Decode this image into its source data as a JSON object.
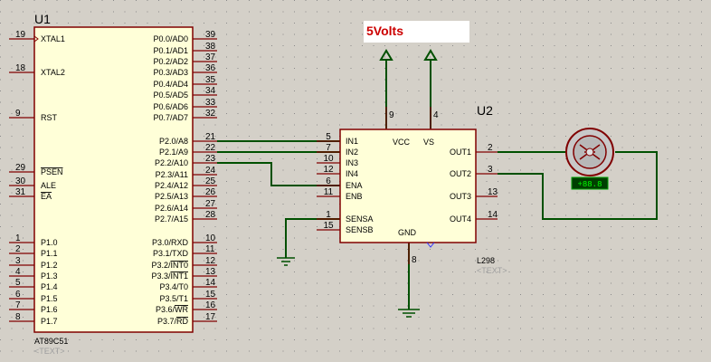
{
  "u1": {
    "ref": "U1",
    "part": "AT89C51",
    "placeholder": "<TEXT>",
    "left_pins": [
      {
        "num": "19",
        "name": "XTAL1"
      },
      {
        "num": "18",
        "name": "XTAL2"
      },
      {
        "num": "9",
        "name": "RST"
      },
      {
        "num": "29",
        "name": "PSEN"
      },
      {
        "num": "30",
        "name": "ALE"
      },
      {
        "num": "31",
        "name": "EA"
      },
      {
        "num": "1",
        "name": "P1.0"
      },
      {
        "num": "2",
        "name": "P1.1"
      },
      {
        "num": "3",
        "name": "P1.2"
      },
      {
        "num": "4",
        "name": "P1.3"
      },
      {
        "num": "5",
        "name": "P1.4"
      },
      {
        "num": "6",
        "name": "P1.5"
      },
      {
        "num": "7",
        "name": "P1.6"
      },
      {
        "num": "8",
        "name": "P1.7"
      }
    ],
    "right_pins": [
      {
        "num": "39",
        "name": "P0.0/AD0"
      },
      {
        "num": "38",
        "name": "P0.1/AD1"
      },
      {
        "num": "37",
        "name": "P0.2/AD2"
      },
      {
        "num": "36",
        "name": "P0.3/AD3"
      },
      {
        "num": "35",
        "name": "P0.4/AD4"
      },
      {
        "num": "34",
        "name": "P0.5/AD5"
      },
      {
        "num": "33",
        "name": "P0.6/AD6"
      },
      {
        "num": "32",
        "name": "P0.7/AD7"
      },
      {
        "num": "21",
        "name": "P2.0/A8"
      },
      {
        "num": "22",
        "name": "P2.1/A9"
      },
      {
        "num": "23",
        "name": "P2.2/A10"
      },
      {
        "num": "24",
        "name": "P2.3/A11"
      },
      {
        "num": "25",
        "name": "P2.4/A12"
      },
      {
        "num": "26",
        "name": "P2.5/A13"
      },
      {
        "num": "27",
        "name": "P2.6/A14"
      },
      {
        "num": "28",
        "name": "P2.7/A15"
      },
      {
        "num": "10",
        "name": "P3.0/RXD"
      },
      {
        "num": "11",
        "name": "P3.1/TXD"
      },
      {
        "num": "12",
        "name": "P3.2/INT0"
      },
      {
        "num": "13",
        "name": "P3.3/INT1"
      },
      {
        "num": "14",
        "name": "P3.4/T0"
      },
      {
        "num": "15",
        "name": "P3.5/T1"
      },
      {
        "num": "16",
        "name": "P3.6/WR"
      },
      {
        "num": "17",
        "name": "P3.7/RD"
      }
    ]
  },
  "u2": {
    "ref": "U2",
    "part": "L298",
    "placeholder": "<TEXT>",
    "left_pins": [
      {
        "num": "5",
        "name": "IN1"
      },
      {
        "num": "7",
        "name": "IN2"
      },
      {
        "num": "10",
        "name": "IN3"
      },
      {
        "num": "12",
        "name": "IN4"
      },
      {
        "num": "6",
        "name": "ENA"
      },
      {
        "num": "11",
        "name": "ENB"
      },
      {
        "num": "1",
        "name": "SENSA"
      },
      {
        "num": "15",
        "name": "SENSB"
      }
    ],
    "right_pins": [
      {
        "num": "2",
        "name": "OUT1"
      },
      {
        "num": "3",
        "name": "OUT2"
      },
      {
        "num": "13",
        "name": "OUT3"
      },
      {
        "num": "14",
        "name": "OUT4"
      }
    ],
    "top_pins": [
      {
        "num": "9",
        "name": "VCC"
      },
      {
        "num": "4",
        "name": "VS"
      }
    ],
    "bottom_pins": [
      {
        "num": "8",
        "name": "GND"
      }
    ]
  },
  "power_label": "5Volts",
  "motor": {
    "readout": "+88.8"
  },
  "colors": {
    "background": "#d4d0c8",
    "body_fill": "#ffffd8",
    "outline": "#800000",
    "wire": "#005000",
    "power_text": "#cc0000"
  }
}
